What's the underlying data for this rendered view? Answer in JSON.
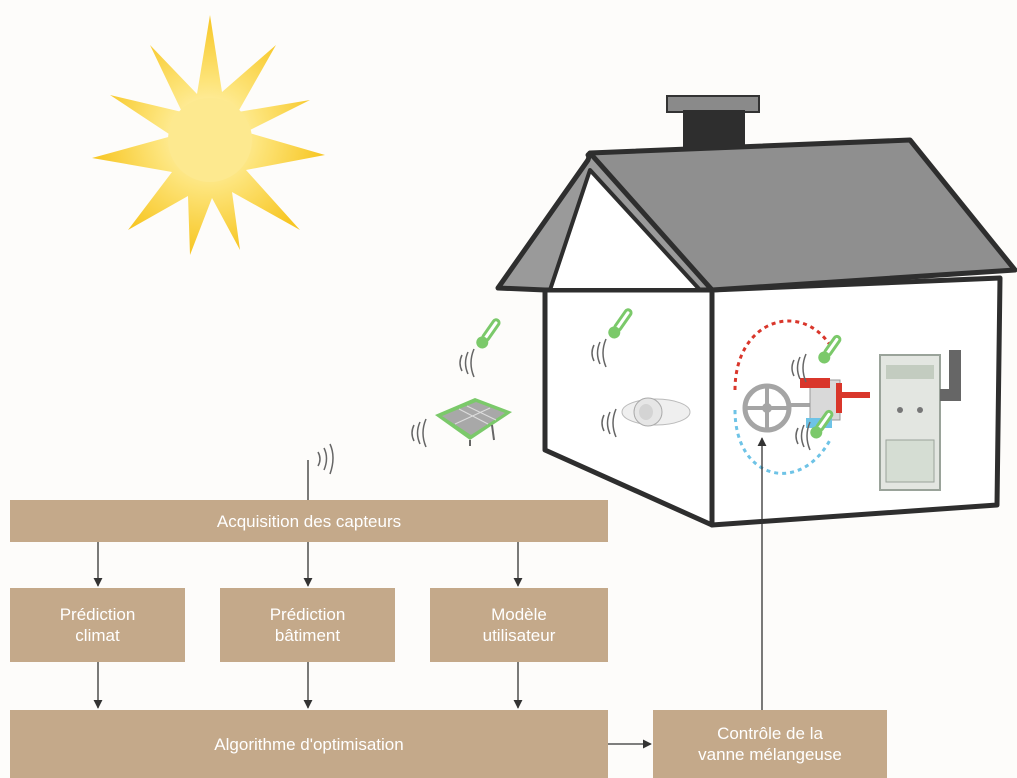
{
  "boxes": {
    "acquisition": "Acquisition des capteurs",
    "prediction_climat": [
      "Prédiction",
      "climat"
    ],
    "prediction_batiment": [
      "Prédiction",
      "bâtiment"
    ],
    "modele_utilisateur": [
      "Modèle",
      "utilisateur"
    ],
    "algorithme": "Algorithme d'optimisation",
    "controle": [
      "Contrôle de la",
      "vanne mélangeuse"
    ]
  },
  "colors": {
    "box": "#c4a98a",
    "roof": "#8a8a8a",
    "outline": "#333333",
    "sensor": "#7bc96a",
    "hot_loop": "#d9362b",
    "cold_loop": "#6ec3e6",
    "sun": "#f7c623"
  }
}
